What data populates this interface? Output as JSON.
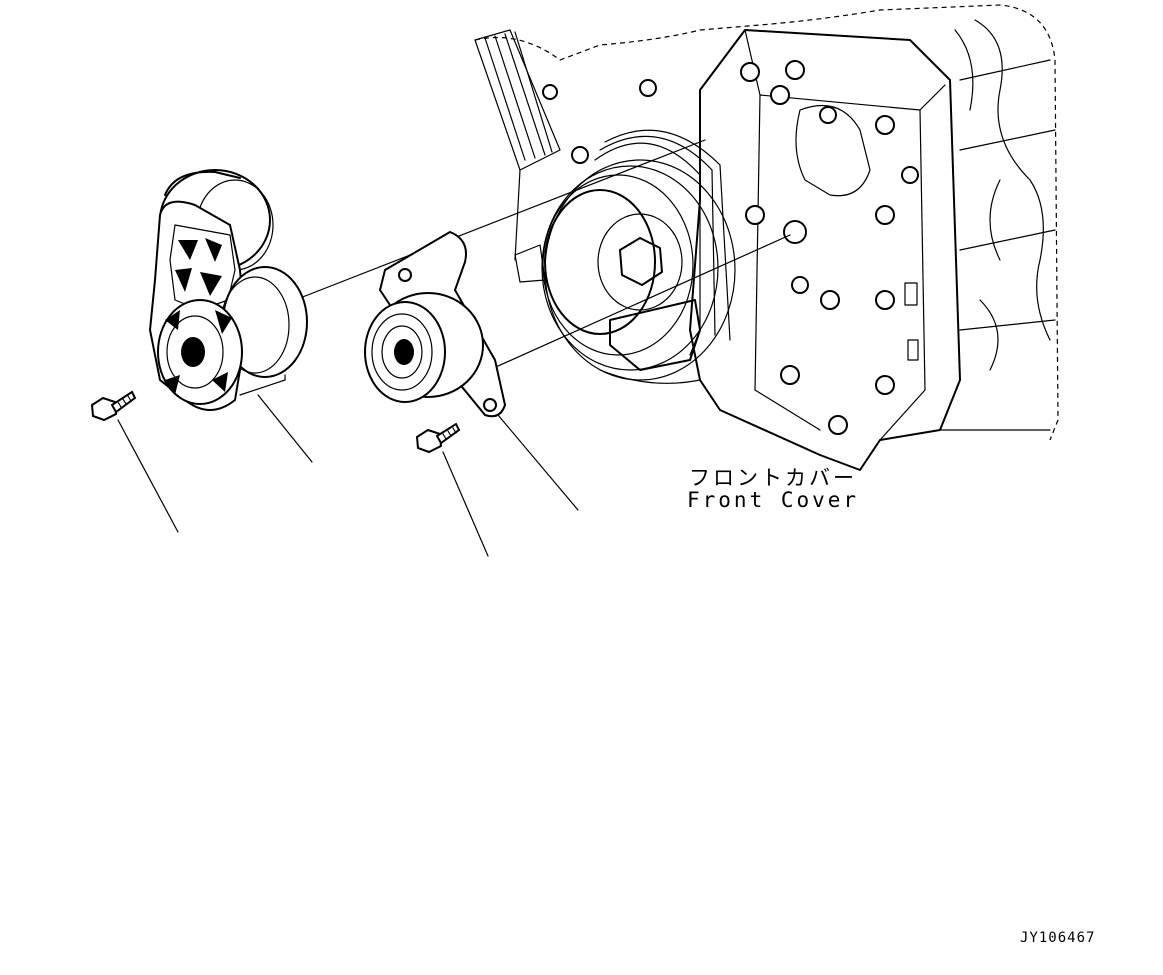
{
  "diagram": {
    "front_cover_label_jp": "フロントカバー",
    "front_cover_label_en": "Front Cover",
    "drawing_id": "JY106467"
  }
}
